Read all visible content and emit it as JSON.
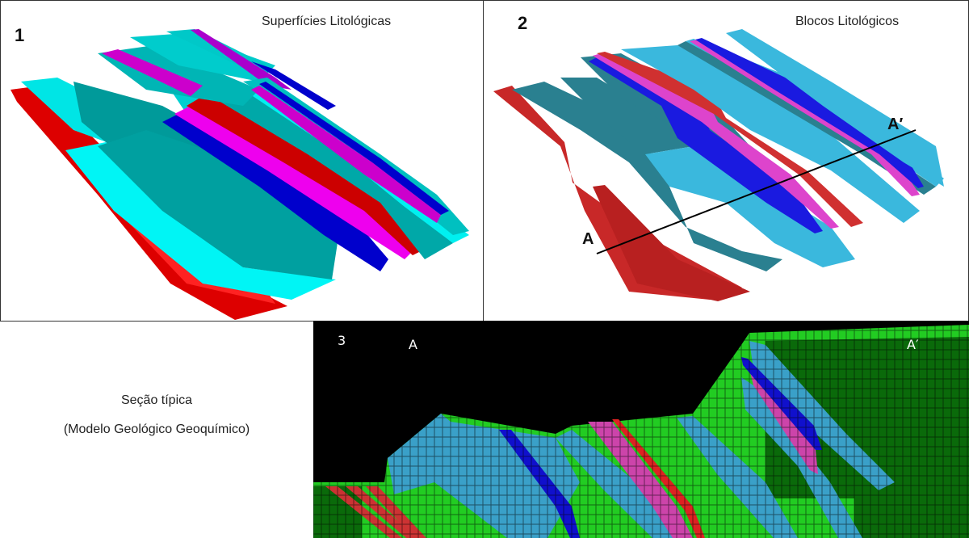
{
  "panels": [
    {
      "number": "1",
      "title": "Superfícies Litológicas"
    },
    {
      "number": "2",
      "title": "Blocos Litológicos",
      "section_start": "A",
      "section_end": "A′"
    },
    {
      "number": "3",
      "section_start": "A",
      "section_end": "A′"
    }
  ],
  "caption": {
    "line1": "Seção típica",
    "line2": "(Modelo Geológico Geoquímico)"
  },
  "colors": {
    "cyan": "#00ffff",
    "teal": "#008b8b",
    "red": "#ee1111",
    "blue": "#0000dd",
    "magenta": "#ee00ee",
    "light_blue": "#33bbdd",
    "dark_teal": "#22707f",
    "green": "#22cc22",
    "dark_green": "#0a6a0a"
  }
}
